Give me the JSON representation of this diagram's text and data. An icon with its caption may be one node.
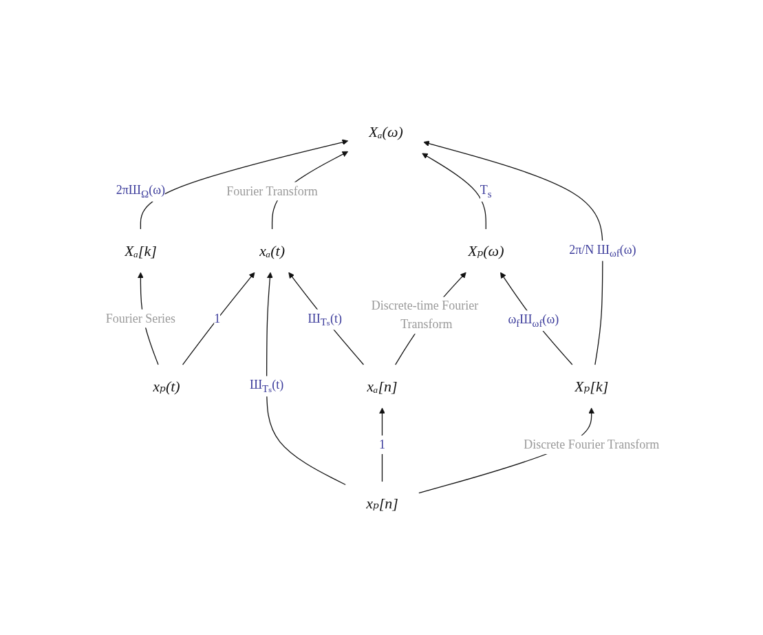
{
  "diagram": {
    "nodes": [
      {
        "text": [
          "Xₐ[k]"
        ]
      },
      {
        "text": [
          "Xₐ(ω)"
        ]
      },
      {
        "text": [
          "xₚ(t)"
        ]
      },
      {
        "text": [
          "xₐ(t)"
        ]
      },
      {
        "text": [
          "xₚ[n]"
        ]
      },
      {
        "text": [
          "xₐ[n]"
        ]
      },
      {
        "text": [
          "Xₚ[k]"
        ]
      },
      {
        "text": [
          "Xₚ(ω)"
        ]
      }
    ],
    "edges": [
      {
        "from": 0,
        "to": 1,
        "arrow": "to",
        "label": "2πШ$_{Ω}$(ω)"
      },
      {
        "from": 2,
        "to": 0,
        "arrow": "to",
        "label": "Fourier Series"
      },
      {
        "from": 3,
        "to": 1,
        "arrow": "to",
        "label": "Fourier Transform"
      },
      {
        "from": 2,
        "to": 3,
        "arrow": "to",
        "label": "1"
      },
      {
        "from": 4,
        "to": 3,
        "arrow": "to",
        "label": "Ш$_{Tₛ}$(t)"
      },
      {
        "from": 5,
        "to": 3,
        "arrow": "to",
        "label": "Ш$_{Tₛ}$(t)"
      },
      {
        "from": 7,
        "to": 1,
        "arrow": "to",
        "label": "T$_{s}$"
      },
      {
        "from": 4,
        "to": 5,
        "arrow": "to",
        "label": "1"
      },
      {
        "from": 4,
        "to": 6,
        "arrow": "to",
        "label": "Discrete Fourier Transform"
      },
      {
        "from": 5,
        "to": 7,
        "arrow": "to",
        "label": "Discrete-time Fourier Transform"
      },
      {
        "from": 6,
        "to": 7,
        "arrow": "to",
        "label": "ω$_{f}$Ш$_{ωf}$(ω)"
      },
      {
        "from": 6,
        "to": 1,
        "arrow": "to",
        "label": "2π/N Ш$_{ωf}$(ω)"
      }
    ]
  }
}
